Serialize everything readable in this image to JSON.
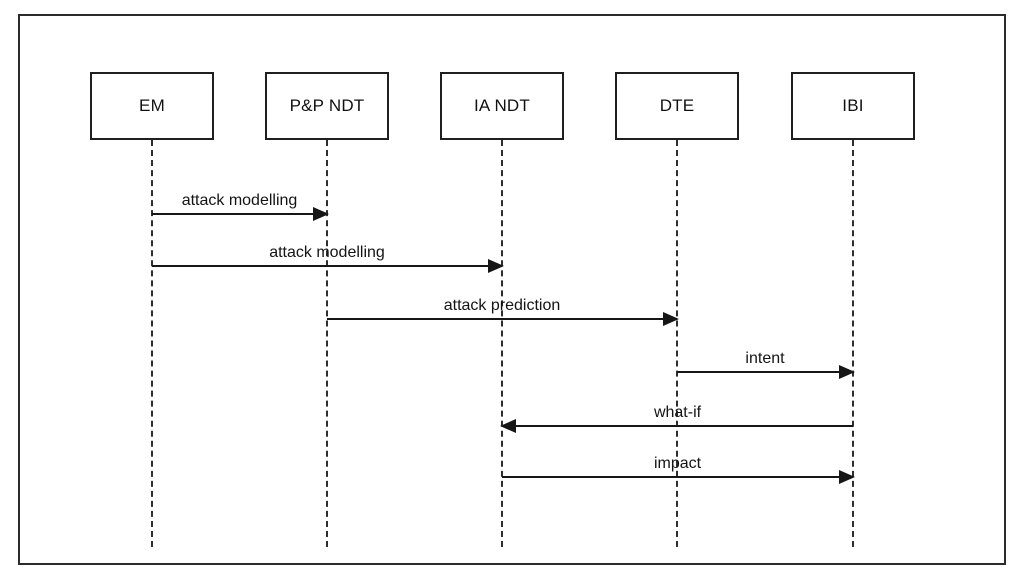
{
  "diagram": {
    "type": "sequence-diagram",
    "colors": {
      "background": "#ffffff",
      "line": "#161616",
      "border": "#2b2b2b",
      "text": "#141414"
    },
    "actors": [
      {
        "label": "EM"
      },
      {
        "label": "P&P NDT"
      },
      {
        "label": "IA NDT"
      },
      {
        "label": "DTE"
      },
      {
        "label": "IBI"
      }
    ],
    "messages": [
      {
        "label": "attack modelling",
        "from": "EM",
        "to": "P&P NDT",
        "direction": "right"
      },
      {
        "label": "attack modelling",
        "from": "EM",
        "to": "IA NDT",
        "direction": "right"
      },
      {
        "label": "attack prediction",
        "from": "P&P NDT",
        "to": "DTE",
        "direction": "right"
      },
      {
        "label": "intent",
        "from": "DTE",
        "to": "IBI",
        "direction": "right"
      },
      {
        "label": "what-if",
        "from": "IBI",
        "to": "IA NDT",
        "direction": "left"
      },
      {
        "label": "impact",
        "from": "IA NDT",
        "to": "IBI",
        "direction": "right"
      }
    ]
  }
}
